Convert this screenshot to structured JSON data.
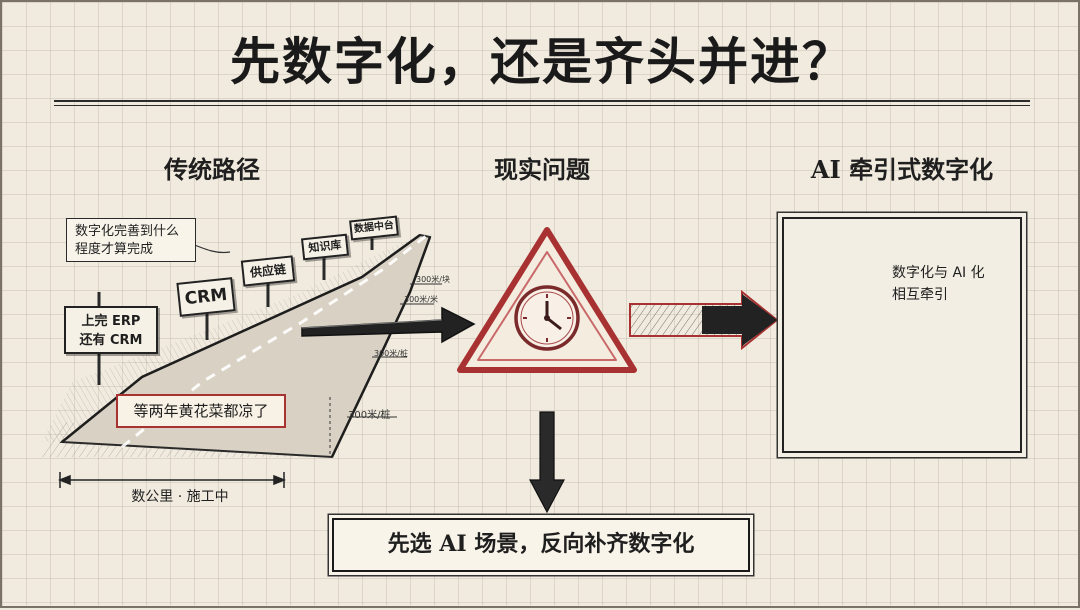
{
  "title": "先数字化，还是齐头并进？",
  "columns": {
    "traditional": "传统路径",
    "problem": "现实问题",
    "ai_driven": "AI 牵引式数字化"
  },
  "traditional": {
    "question_note_line1": "数字化完善到什么",
    "question_note_line2": "程度才算完成",
    "sign_erp_line1": "上完 ERP",
    "sign_erp_line2": "还有 CRM",
    "sign_crm": "CRM",
    "sign_supply_chain": "供应链",
    "sign_knowledge_base": "知识库",
    "sign_data_platform": "数据中台",
    "distance_markers": [
      "300米/块",
      "300米/米",
      "300米/桩",
      "300米/桩"
    ],
    "warning_text": "等两年黄花菜都凉了",
    "span_label": "数公里 · 施工中"
  },
  "ai_driven": {
    "description_line1": "数字化与 AI 化",
    "description_line2": "相互牵引"
  },
  "conclusion": "先选 AI 场景，反向补齐数字化",
  "colors": {
    "ink": "#1f1f1f",
    "accent_red": "#a83232",
    "paper": "#f1ebdf"
  },
  "icons": [
    "clock-icon",
    "warning-triangle-icon",
    "ai-chip-icon",
    "cubes-icon"
  ]
}
